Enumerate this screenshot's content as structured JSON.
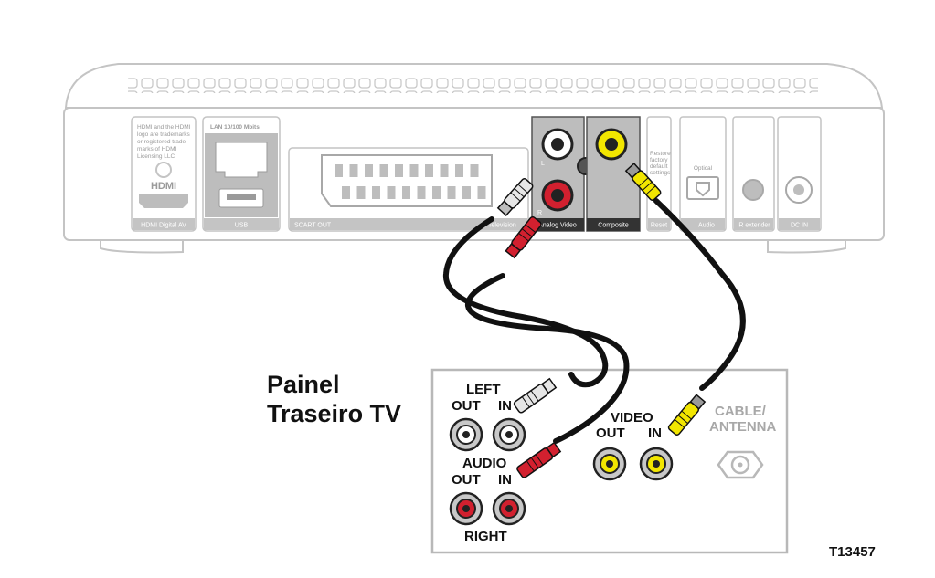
{
  "stb": {
    "hdmi_note": [
      "HDMI and the HDMI",
      "logo are trademarks",
      "or registered trade-",
      "marks of HDMI",
      "Licensing LLC"
    ],
    "hdmi_logo": "HDMI",
    "hdmi_label": "HDMI Digital AV",
    "lan_label": "LAN 10/100 Mbits",
    "usb_label": "USB",
    "scart_label": "SCART OUT",
    "television_label": "Television",
    "analog_video_label": "Analog Video",
    "composite_label": "Composite",
    "reset_note": [
      "Restore",
      "factory",
      "default",
      "settings"
    ],
    "reset_label": "Reset",
    "optical_label": "Optical",
    "audio_label": "Audio",
    "ir_label": "IR extender",
    "dcin_label": "DC IN",
    "jack_l": "L",
    "jack_r": "R"
  },
  "tv": {
    "title_line1": "Painel",
    "title_line2": "Traseiro TV",
    "left": "LEFT",
    "out1": "OUT",
    "in1": "IN",
    "audio": "AUDIO",
    "out2": "OUT",
    "in2": "IN",
    "right": "RIGHT",
    "video": "VIDEO",
    "vout": "OUT",
    "vin": "IN",
    "cable_line1": "CABLE/",
    "cable_line2": "ANTENNA"
  },
  "figure_code": "T13457",
  "colors": {
    "red": "#d2202f",
    "yellow": "#f2e600",
    "white_plug": "#e6e6e6",
    "cable": "#111111",
    "outline": "#bdbdbd"
  }
}
